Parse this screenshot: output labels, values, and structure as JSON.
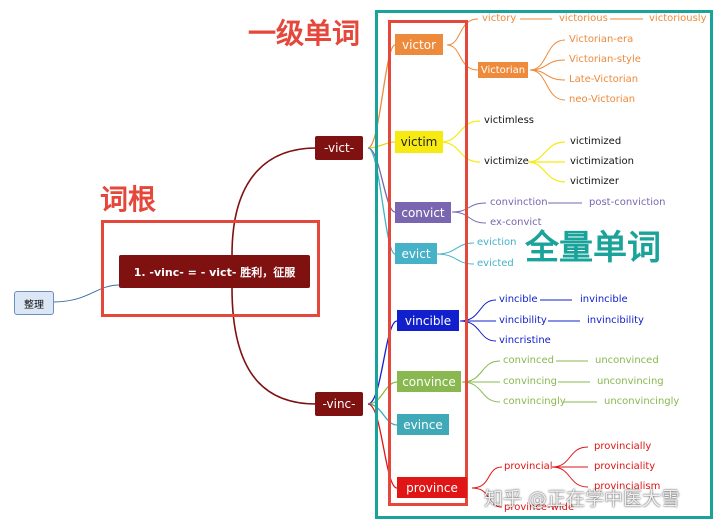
{
  "annotations": {
    "level1_words": "一级单词",
    "root_label": "词根",
    "all_words": "全量单词",
    "watermark": "知乎 @正在学中医大雪"
  },
  "colors": {
    "annotation_red": "#e5483b",
    "annotation_teal": "#1aa39a",
    "root_dark_red": "#7f1111",
    "victor": "#ee8a3b",
    "victim": "#f7ea11",
    "convict": "#7a66b0",
    "evict": "#45b2c8",
    "vincible": "#1120cc",
    "convince": "#88b84f",
    "evince": "#3fa9b8",
    "province": "#e01515"
  },
  "root": {
    "label": "整理",
    "main": "1.  -vinc- = - vict- 胜利，征服",
    "branches": [
      "-vict-",
      "-vinc-"
    ]
  },
  "words": {
    "victor": {
      "label": "victor",
      "row1": [
        "victory",
        "victorious",
        "victoriously"
      ],
      "sub": "Victorian",
      "sub_children": [
        "Victorian-era",
        "Victorian-style",
        "Late-Victorian",
        "neo-Victorian"
      ]
    },
    "victim": {
      "label": "victim",
      "children": [
        "victimless",
        "victimize"
      ],
      "victimize_children": [
        "victimized",
        "victimization",
        "victimizer"
      ]
    },
    "convict": {
      "label": "convict",
      "children": [
        "convinction",
        "ex-convict"
      ],
      "convinction_child": "post-conviction"
    },
    "evict": {
      "label": "evict",
      "children": [
        "eviction",
        "evicted"
      ]
    },
    "vincible": {
      "label": "vincible",
      "pairs": [
        [
          "vincible",
          "invincible"
        ],
        [
          "vincibility",
          "invincibility"
        ]
      ],
      "single": "vincristine"
    },
    "convince": {
      "label": "convince",
      "pairs": [
        [
          "convinced",
          "unconvinced"
        ],
        [
          "convincing",
          "unconvincing"
        ],
        [
          "convincingly",
          "unconvincingly"
        ]
      ]
    },
    "evince": {
      "label": "evince"
    },
    "province": {
      "label": "province",
      "children": [
        "provincial",
        "province-wide"
      ],
      "provincial_children": [
        "provincially",
        "provinciality",
        "provincialism"
      ]
    }
  }
}
